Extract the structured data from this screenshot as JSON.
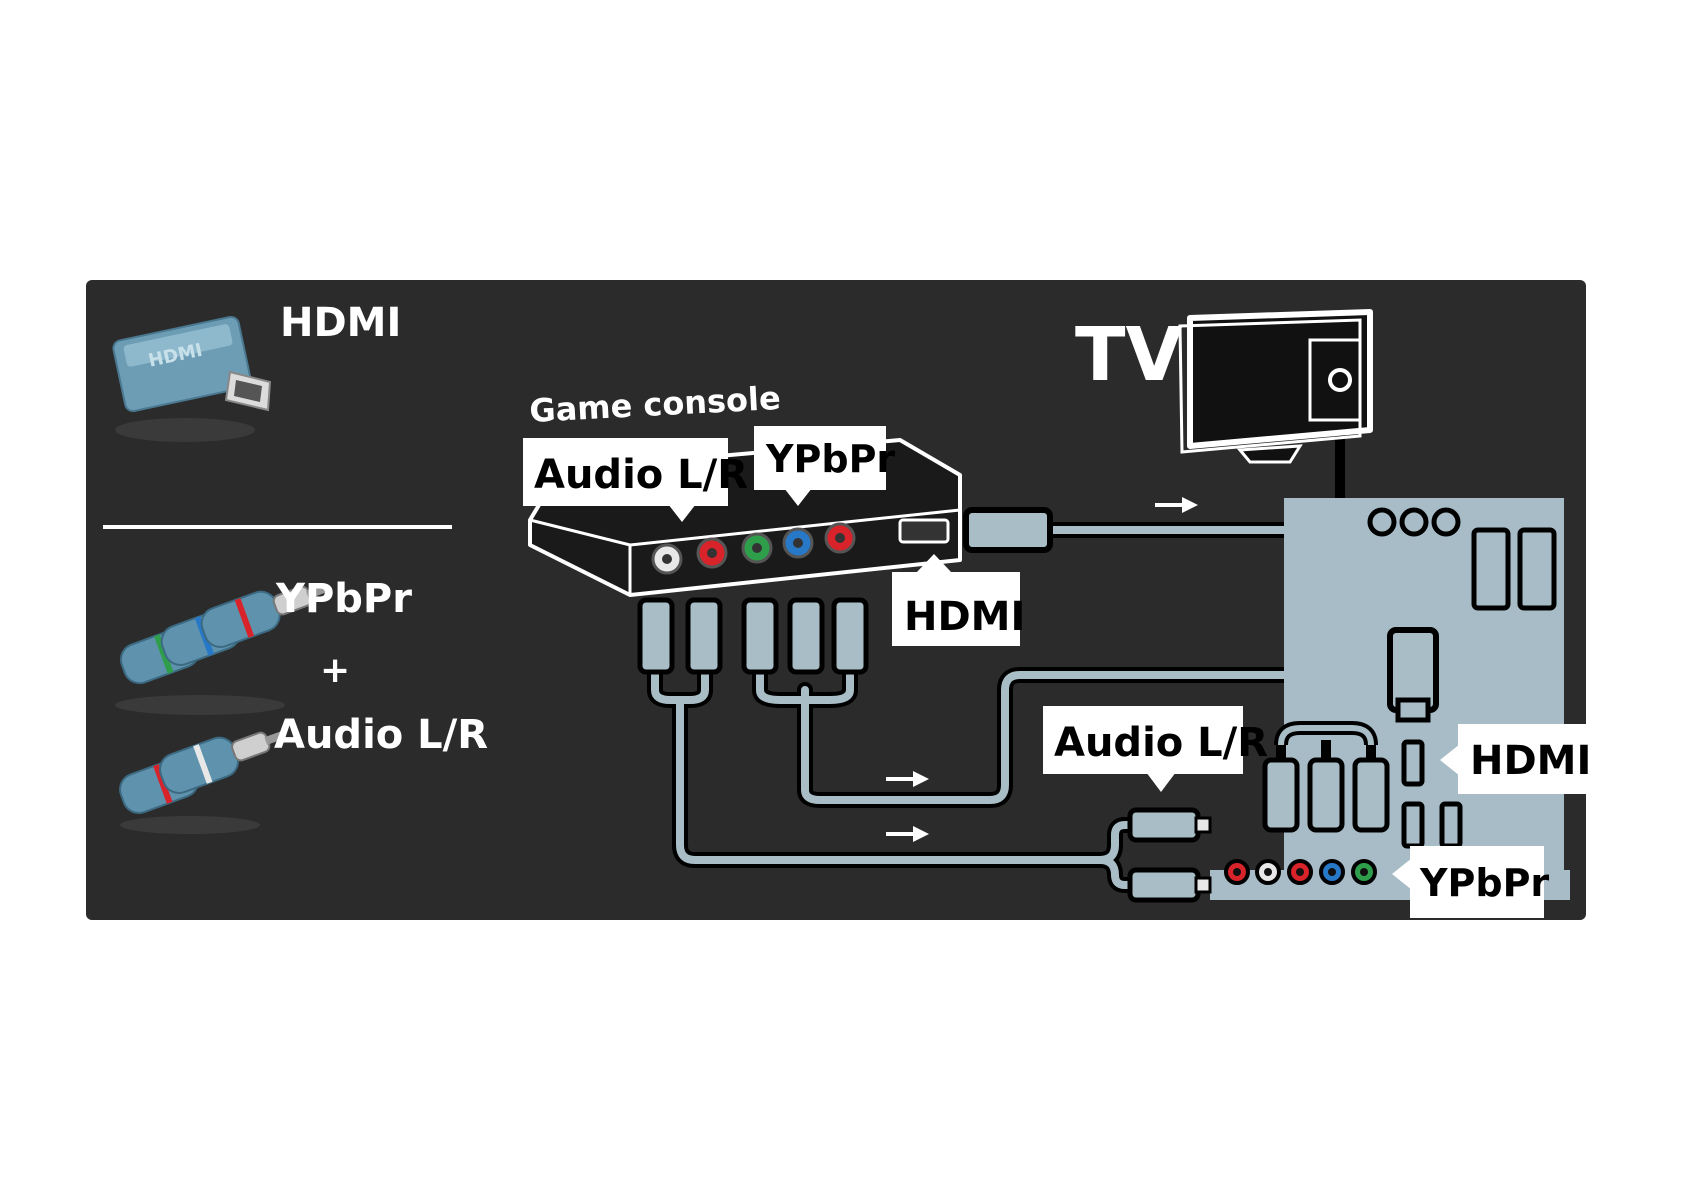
{
  "legend": {
    "hdmi_label": "HDMI",
    "ypbpr_label": "YPbPr",
    "plus_sign": "+",
    "audio_label": "Audio L/R",
    "hdmi_plug_text": "HDMI"
  },
  "console": {
    "title": "Game console",
    "audio_tag": "Audio L/R",
    "ypbpr_tag": "YPbPr",
    "hdmi_tag": "HDMI"
  },
  "tv": {
    "title": "TV",
    "audio_tag": "Audio L/R",
    "hdmi_tag": "HDMI",
    "ypbpr_tag": "YPbPr"
  },
  "colors": {
    "panel_bg": "#2b2b2b",
    "page_bg": "#ffffff",
    "cable": "#a9bdc6",
    "cable_outline": "#000000",
    "tv_panel": "#a7bcc6",
    "jack_white": "#e8e8e8",
    "jack_red": "#d8232a",
    "jack_green": "#2e9e4a",
    "jack_blue": "#2878c8",
    "tag_bg": "#ffffff",
    "text_light": "#ffffff",
    "text_dark": "#000000",
    "divider": "#ffffff"
  },
  "icons": [
    "hdmi-plug-icon",
    "ypbpr-plug-icon",
    "audio-plug-icon",
    "tv-icon",
    "arrow-right-icon"
  ]
}
